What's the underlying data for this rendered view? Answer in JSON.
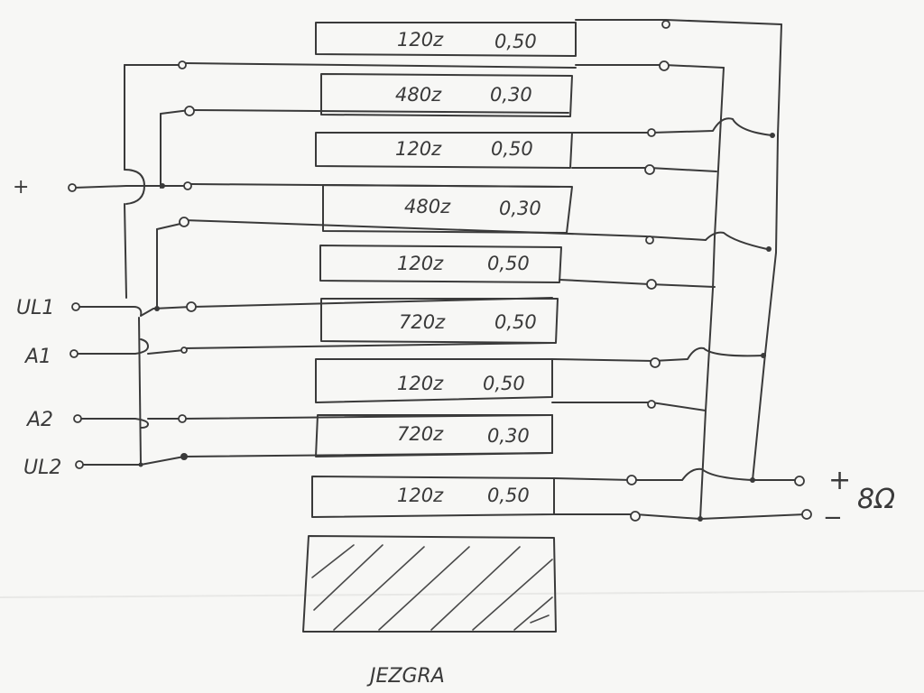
{
  "diagram": {
    "windings": [
      {
        "turns": "120z",
        "wire": "0,50"
      },
      {
        "turns": "480z",
        "wire": "0,30"
      },
      {
        "turns": "120z",
        "wire": "0,50"
      },
      {
        "turns": "480z",
        "wire": "0,30"
      },
      {
        "turns": "120z",
        "wire": "0,50"
      },
      {
        "turns": "720z",
        "wire": "0,50"
      },
      {
        "turns": "120z",
        "wire": "0,50"
      },
      {
        "turns": "720z",
        "wire": "0,30"
      },
      {
        "turns": "120z",
        "wire": "0,50"
      }
    ],
    "terminals": {
      "plus": "+",
      "ul1": "UL1",
      "a1": "A1",
      "a2": "A2",
      "ul2": "UL2"
    },
    "output": {
      "plus": "+",
      "minus": "−",
      "impedance": "8Ω"
    },
    "core_label": "JEZGRA"
  }
}
